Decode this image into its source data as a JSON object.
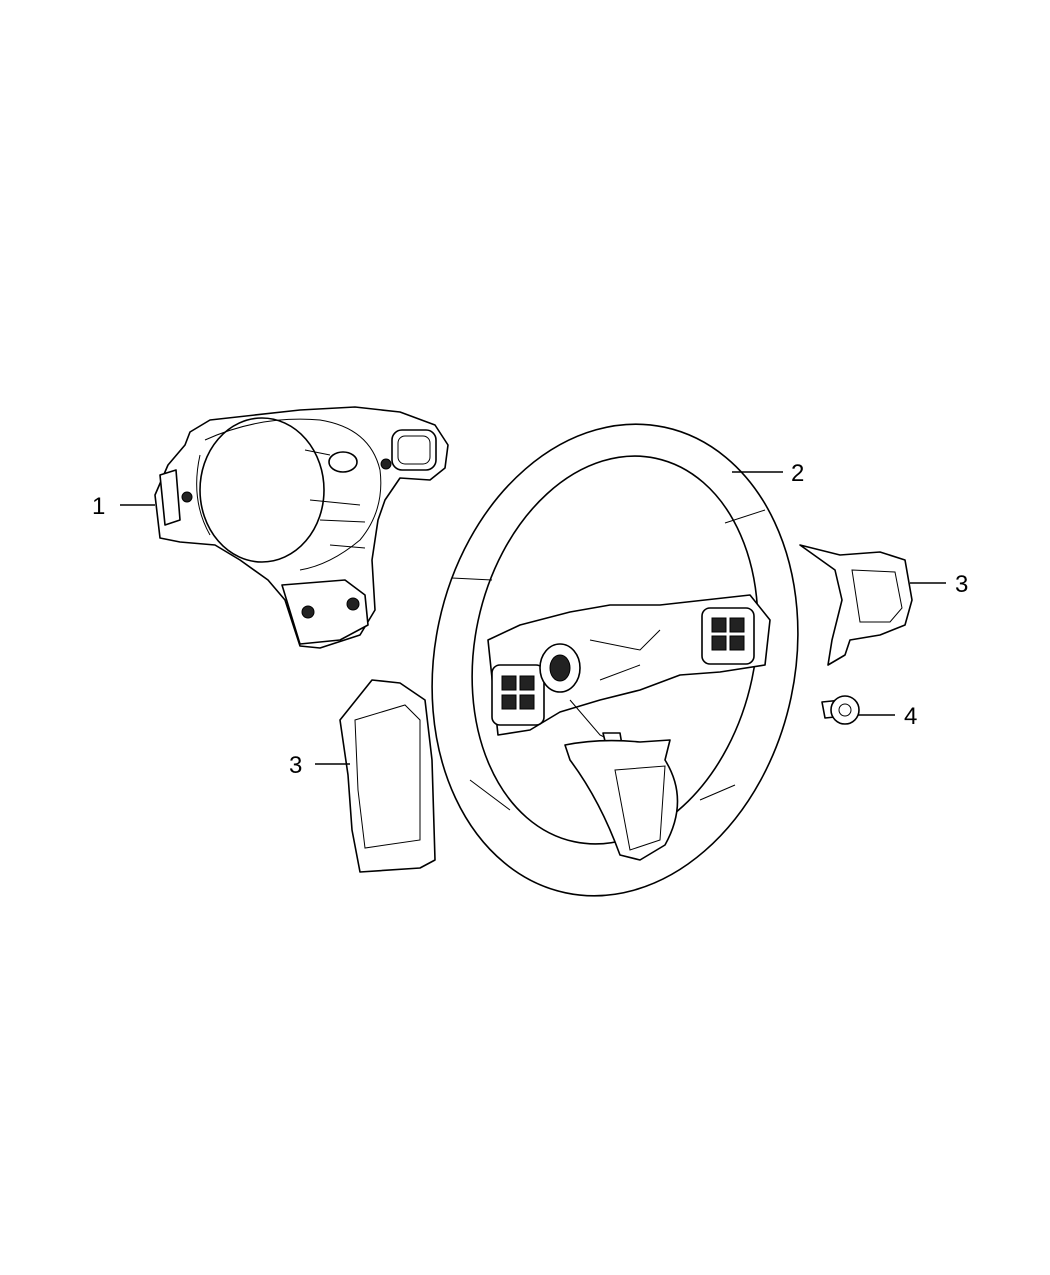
{
  "callouts": [
    {
      "id": "c1",
      "text": "1"
    },
    {
      "id": "c2",
      "text": "2"
    },
    {
      "id": "c3a",
      "text": "3"
    },
    {
      "id": "c3b",
      "text": "3"
    },
    {
      "id": "c4",
      "text": "4"
    }
  ]
}
